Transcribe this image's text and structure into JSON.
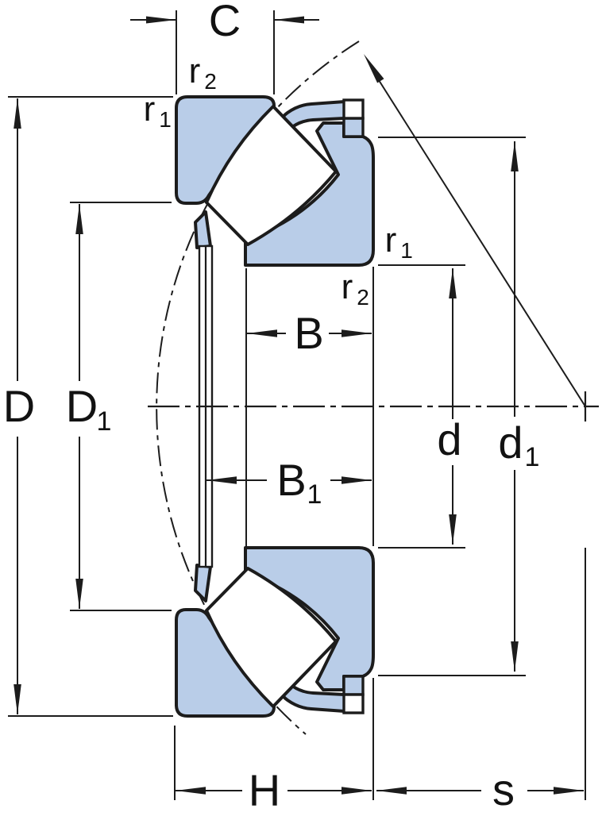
{
  "diagram": {
    "dimensions": {
      "C": "C",
      "D": "D",
      "B": "B",
      "H": "H",
      "s": "s",
      "d": "d",
      "D1": {
        "base": "D",
        "sub": "1"
      },
      "B1": {
        "base": "B",
        "sub": "1"
      },
      "d1": {
        "base": "d",
        "sub": "1"
      },
      "r1": {
        "base": "r",
        "sub": "1"
      },
      "r2": {
        "base": "r",
        "sub": "2"
      }
    },
    "colors": {
      "part_fill": "#b9cde8",
      "outline": "#1c1c1c",
      "background": "#ffffff"
    }
  }
}
